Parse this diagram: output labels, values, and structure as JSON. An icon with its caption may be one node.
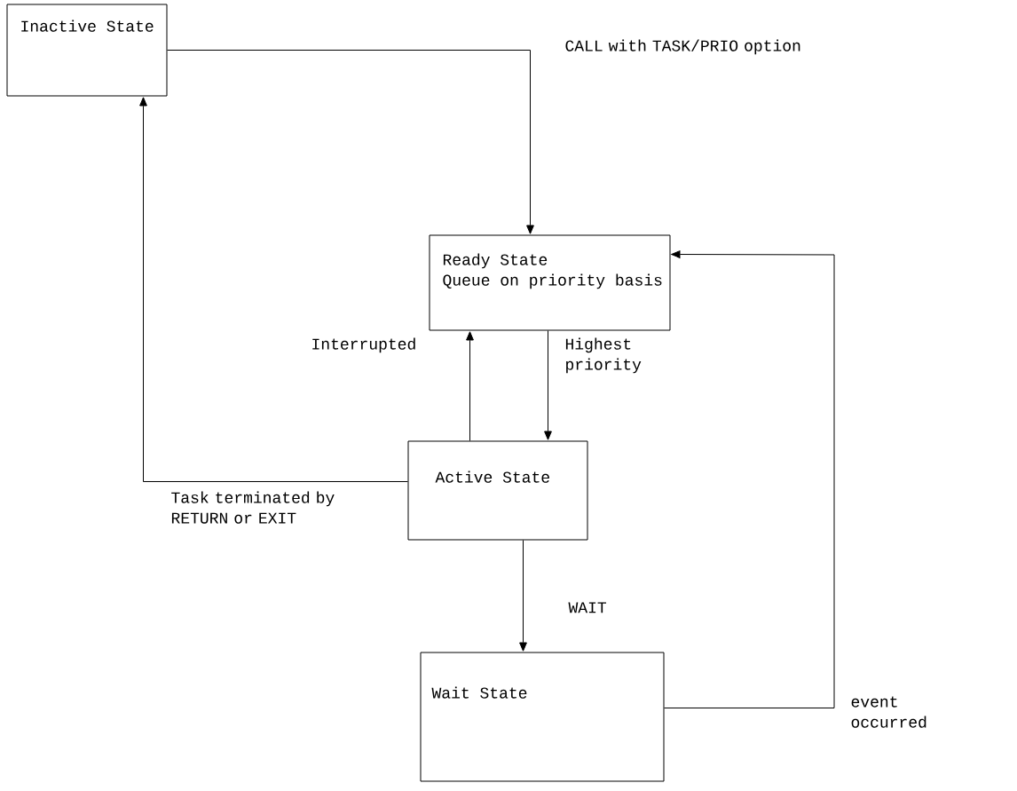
{
  "diagram": {
    "nodes": [
      {
        "text": [
          "Inactive State"
        ]
      },
      {
        "text": [
          "Ready State",
          "Queue on priority basis"
        ]
      },
      {
        "text": [
          "Active State"
        ]
      },
      {
        "text": [
          "Wait State"
        ]
      }
    ],
    "edges": [
      {
        "from": 0,
        "to": 1,
        "arrow": "to",
        "label": "CALL with TASK/PRIO option"
      },
      {
        "from": 2,
        "to": 1,
        "arrow": "to",
        "label": "Interrupted"
      },
      {
        "from": 1,
        "to": 2,
        "arrow": "to",
        "label": "Highest priority"
      },
      {
        "from": 2,
        "to": 0,
        "arrow": "to",
        "label": "Task terminated by RETURN or EXIT"
      },
      {
        "from": 2,
        "to": 3,
        "arrow": "to",
        "label": "WAIT"
      },
      {
        "from": 3,
        "to": 1,
        "arrow": "to",
        "label": "event occurred"
      }
    ]
  }
}
